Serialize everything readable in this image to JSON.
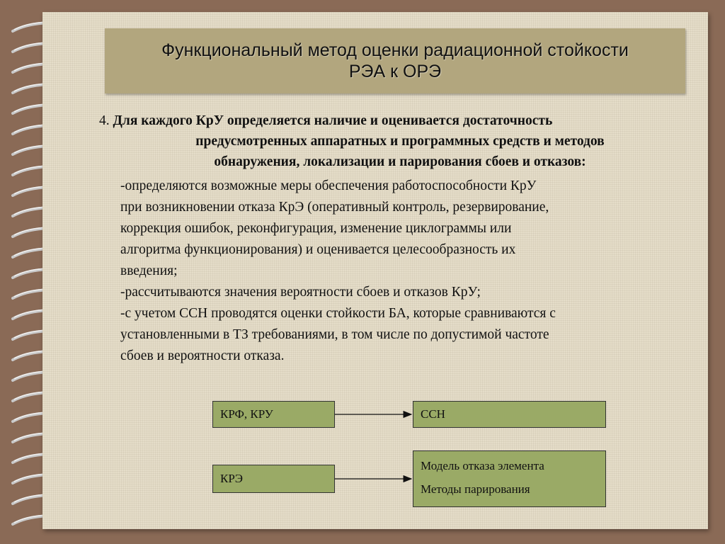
{
  "title": {
    "line1": "Функциональный метод оценки радиационной стойкости",
    "line2": "РЭА к ОРЭ"
  },
  "paragraph": {
    "number": "4.",
    "heading_lines": [
      "Для каждого КрУ определяется наличие и оценивается достаточность",
      "предусмотренных аппаратных и программных средств и методов",
      "обнаружения, локализации и парирования сбоев и отказов:"
    ],
    "body_lines": [
      "-определяются возможные меры обеспечения работоспособности КрУ",
      "при возникновении отказа КрЭ (оперативный контроль, резервирование,",
      "коррекция ошибок, реконфигурация, изменение циклограммы или",
      "алгоритма функционирования) и оценивается целесообразность их",
      "введения;",
      "-рассчитываются значения вероятности сбоев и отказов КрУ;",
      "-с учетом ССН проводятся оценки стойкости БА, которые сравниваются с",
      "установленными в ТЗ требованиями, в том числе по допустимой частоте",
      "сбоев и вероятности отказа."
    ]
  },
  "diagram": {
    "box_krf_kru": "КРФ, КРУ",
    "box_ssn": "ССН",
    "box_kre": "КРЭ",
    "box_model_line1": "Модель отказа элемента",
    "box_model_line2": "Методы парирования"
  },
  "colors": {
    "background": "#8a6a56",
    "paper": "#e5ddc9",
    "title_box": "#b2a67e",
    "diagram_box": "#9aaa66"
  }
}
